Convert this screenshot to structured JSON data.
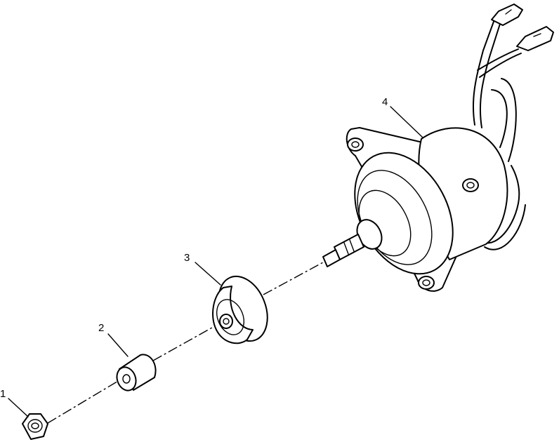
{
  "diagram": {
    "callouts": [
      {
        "id": "1",
        "label": "1",
        "part": "nut"
      },
      {
        "id": "2",
        "label": "2",
        "part": "spacer"
      },
      {
        "id": "3",
        "label": "3",
        "part": "fan-hub"
      },
      {
        "id": "4",
        "label": "4",
        "part": "blower-motor"
      }
    ],
    "line_color": "#000000",
    "background": "#ffffff"
  }
}
